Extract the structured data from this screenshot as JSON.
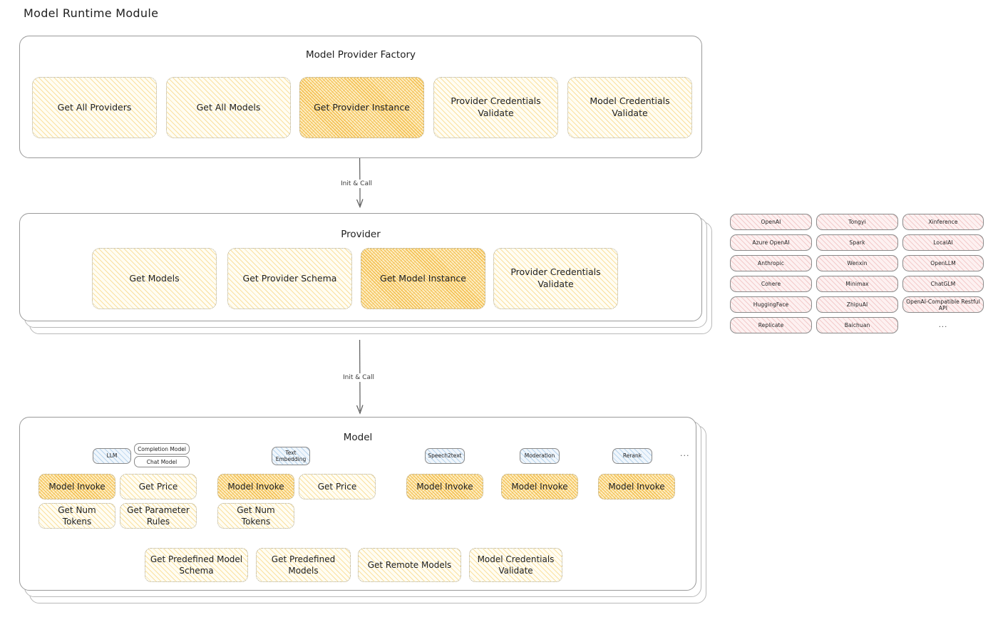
{
  "page": {
    "title": "Model Runtime Module"
  },
  "factory": {
    "title": "Model Provider Factory",
    "ops": [
      {
        "label": "Get All Providers",
        "highlight": false
      },
      {
        "label": "Get All Models",
        "highlight": false
      },
      {
        "label": "Get Provider Instance",
        "highlight": true
      },
      {
        "label": "Provider Credentials Validate",
        "highlight": false
      },
      {
        "label": "Model Credentials Validate",
        "highlight": false
      }
    ]
  },
  "arrows": {
    "factory_to_provider": "Init & Call",
    "provider_to_model": "Init & Call"
  },
  "provider": {
    "title": "Provider",
    "ops": [
      {
        "label": "Get Models",
        "highlight": false
      },
      {
        "label": "Get Provider Schema",
        "highlight": false
      },
      {
        "label": "Get Model Instance",
        "highlight": true
      },
      {
        "label": "Provider Credentials Validate",
        "highlight": false
      }
    ]
  },
  "provider_list": {
    "columns": [
      [
        "OpenAI",
        "Azure OpenAI",
        "Anthropic",
        "Cohere",
        "HuggingFace",
        "Replicate"
      ],
      [
        "Tongyi",
        "Spark",
        "Wenxin",
        "Minimax",
        "ZhipuAI",
        "Baichuan"
      ],
      [
        "Xinference",
        "LocalAI",
        "OpenLLM",
        "ChatGLM",
        "OpenAI-Compatible Restful API"
      ]
    ],
    "more": "..."
  },
  "model": {
    "title": "Model",
    "more": "...",
    "types": [
      {
        "badge": "LLM",
        "sub_badges": [
          "Completion Model",
          "Chat Model"
        ],
        "ops": [
          {
            "label": "Model Invoke",
            "highlight": true
          },
          {
            "label": "Get Price",
            "highlight": false
          },
          {
            "label": "Get Num Tokens",
            "highlight": false
          },
          {
            "label": "Get Parameter Rules",
            "highlight": false
          }
        ]
      },
      {
        "badge": "Text Embedding",
        "sub_badges": [],
        "ops": [
          {
            "label": "Model Invoke",
            "highlight": true
          },
          {
            "label": "Get Price",
            "highlight": false
          },
          {
            "label": "Get Num Tokens",
            "highlight": false
          }
        ]
      },
      {
        "badge": "Speech2text",
        "sub_badges": [],
        "ops": [
          {
            "label": "Model Invoke",
            "highlight": true
          }
        ]
      },
      {
        "badge": "Moderation",
        "sub_badges": [],
        "ops": [
          {
            "label": "Model Invoke",
            "highlight": true
          }
        ]
      },
      {
        "badge": "Rerank",
        "sub_badges": [],
        "ops": [
          {
            "label": "Model Invoke",
            "highlight": true
          }
        ]
      }
    ],
    "common_ops": [
      "Get Predefined Model Schema",
      "Get Predefined Models",
      "Get Remote Models",
      "Model Credentials Validate"
    ]
  },
  "colors": {
    "background": "#ffffff",
    "stroke": "#9a9a9a",
    "text": "#1e1e1e",
    "fill_light_yellow": "#fffdf3",
    "fill_dark_yellow": "#fdeec4",
    "fill_pink": "#fdf1f1",
    "fill_blue": "#f0f6fc"
  }
}
